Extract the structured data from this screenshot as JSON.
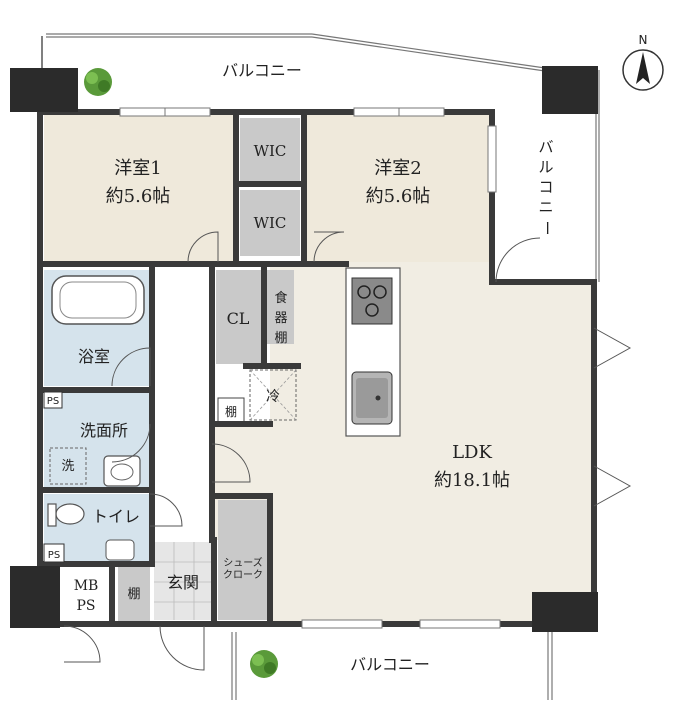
{
  "rooms": {
    "balcony_top": "バルコニー",
    "balcony_right": [
      "バ",
      "ル",
      "コ",
      "ニ",
      "ー"
    ],
    "balcony_bottom": "バルコニー",
    "room1_name": "洋室1",
    "room1_size": "約5.6帖",
    "room2_name": "洋室2",
    "room2_size": "約5.6帖",
    "wic_upper": "WIC",
    "wic_lower": "WIC",
    "closet": "CL",
    "pantry": [
      "食",
      "器",
      "棚"
    ],
    "fridge": "冷",
    "shelf_ldk": "棚",
    "bath": "浴室",
    "washroom": "洗面所",
    "washer": "洗",
    "toilet": "トイレ",
    "ps_upper": "PS",
    "ps_lower": "PS",
    "mbps_line1": "MB",
    "mbps_line2": "PS",
    "shelf_entry": "棚",
    "entrance": "玄関",
    "shoe_closet_line1": "シューズ",
    "shoe_closet_line2": "クローク",
    "ldk_name": "LDK",
    "ldk_size": "約18.1帖"
  },
  "compass": {
    "label": "N"
  },
  "colors": {
    "wall": "#3a3a3a",
    "pillar": "#2b2b2b",
    "bedroom_floor": "#efe9db",
    "ldk_floor": "#f1ede3",
    "storage_fill": "#c9c9c9",
    "wet_area_fill": "#d5e3ec",
    "entrance_fill": "#e6e6e6",
    "plant_green": "#5a9a3a"
  }
}
